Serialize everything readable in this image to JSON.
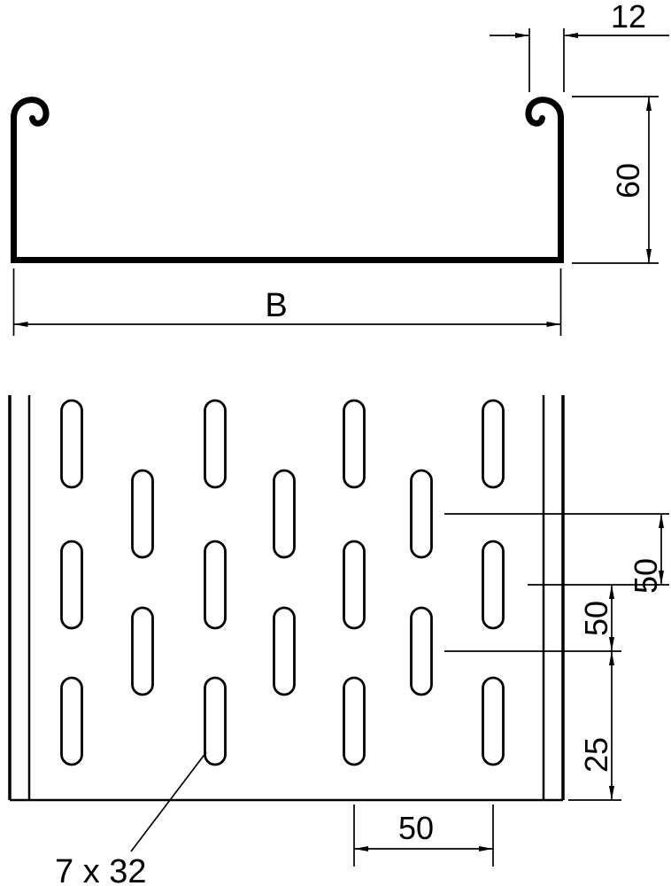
{
  "colors": {
    "background": "#ffffff",
    "line": "#000000"
  },
  "cross_section": {
    "flange_width": "12",
    "side_height": "60",
    "width_label": "B"
  },
  "perforation": {
    "row_spacing_upper": "50",
    "row_spacing_lower": "50",
    "end_distance": "25",
    "column_spacing": "50",
    "slot_size": "7 x 32"
  }
}
